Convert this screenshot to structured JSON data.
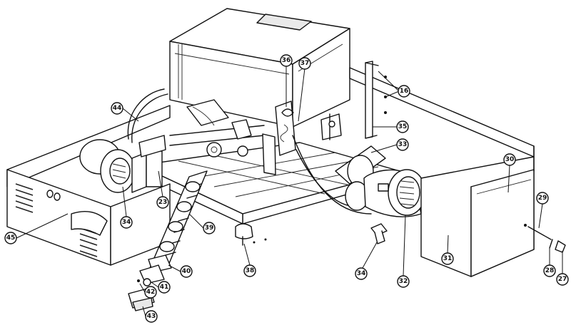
{
  "callouts": [
    {
      "id": "c44",
      "label": "44"
    },
    {
      "id": "c36",
      "label": "36"
    },
    {
      "id": "c37",
      "label": "37"
    },
    {
      "id": "c16",
      "label": "16"
    },
    {
      "id": "c35",
      "label": "35"
    },
    {
      "id": "c33",
      "label": "33"
    },
    {
      "id": "c30",
      "label": "30"
    },
    {
      "id": "c34a",
      "label": "34"
    },
    {
      "id": "c23",
      "label": "23"
    },
    {
      "id": "c39",
      "label": "39"
    },
    {
      "id": "c29",
      "label": "29"
    },
    {
      "id": "c45",
      "label": "45"
    },
    {
      "id": "c38",
      "label": "38"
    },
    {
      "id": "c32",
      "label": "32"
    },
    {
      "id": "c31",
      "label": "31"
    },
    {
      "id": "c34b",
      "label": "34"
    },
    {
      "id": "c40",
      "label": "40"
    },
    {
      "id": "c41",
      "label": "41"
    },
    {
      "id": "c42",
      "label": "42"
    },
    {
      "id": "c28",
      "label": "28"
    },
    {
      "id": "c27",
      "label": "27"
    },
    {
      "id": "c43",
      "label": "43"
    }
  ]
}
